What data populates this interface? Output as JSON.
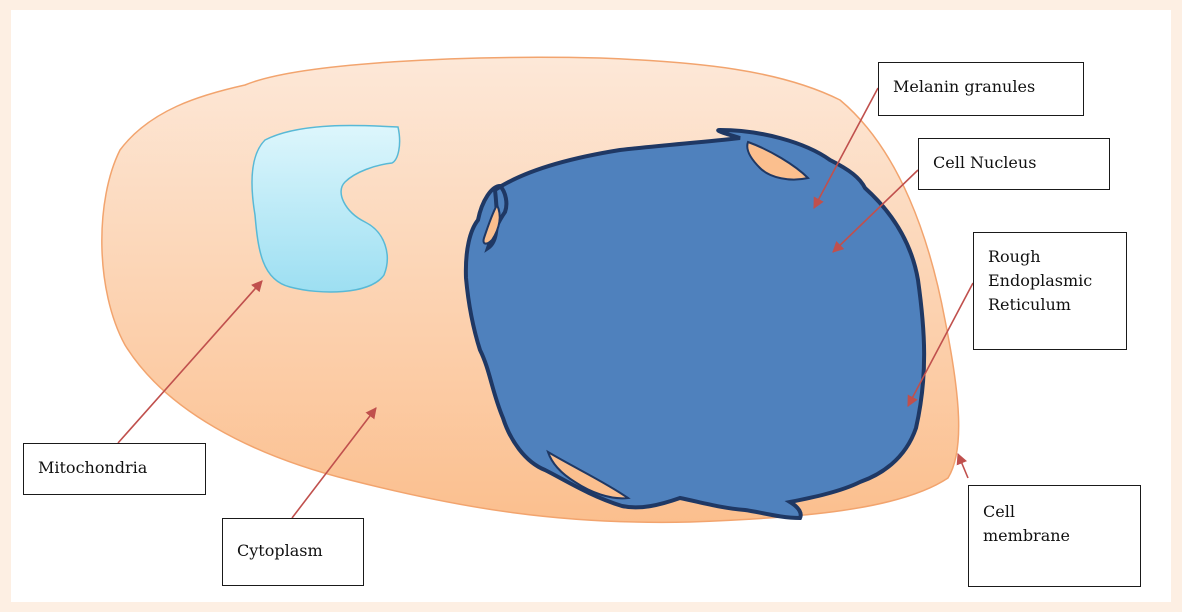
{
  "diagram": {
    "colors": {
      "frame_background": "#fdefe3",
      "canvas_background": "#ffffff",
      "cytoplasm_fill_top": "#fde8d8",
      "cytoplasm_fill_bottom": "#fbbf8e",
      "cytoplasm_outline": "#f2a46e",
      "nucleus_fill": "#4f81bd",
      "nucleus_outline": "#1f3864",
      "mitochondria_fill_top": "#ddf6fc",
      "mitochondria_fill_bottom": "#9ddff2",
      "mitochondria_outline": "#58b9d6",
      "arrow_color": "#c0504d"
    },
    "labels": {
      "melanin_granules": "Melanin granules",
      "cell_nucleus": "Cell Nucleus",
      "rough_er": [
        "Rough",
        "Endoplasmic",
        "Reticulum"
      ],
      "mitochondria": "Mitochondria",
      "cytoplasm": "Cytoplasm",
      "cell_membrane": [
        "Cell",
        "membrane"
      ]
    }
  }
}
